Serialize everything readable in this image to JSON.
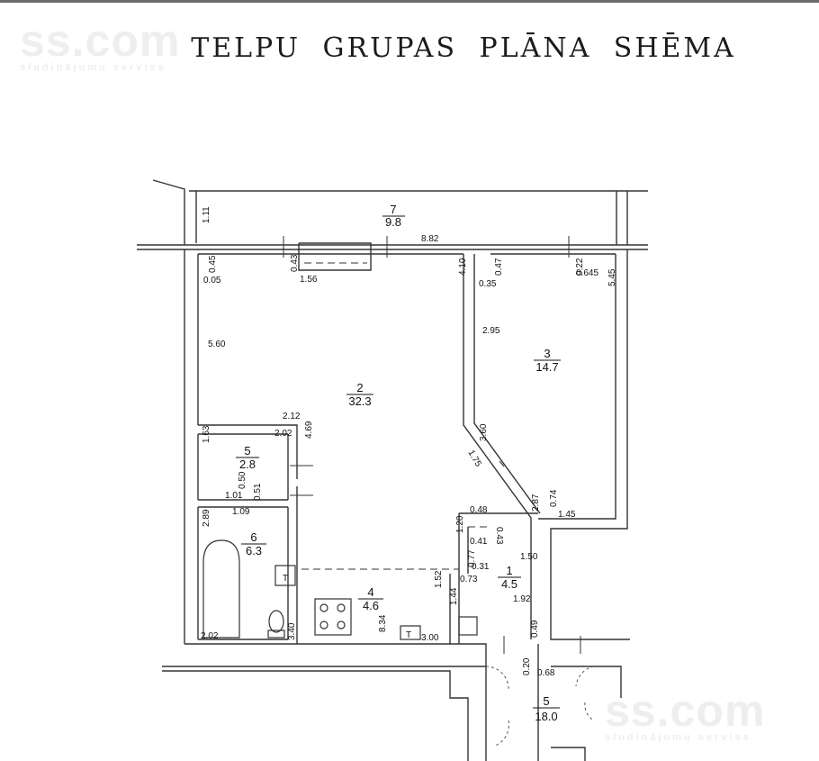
{
  "title": "TELPU GRUPAS PLĀNA SHĒMA",
  "watermark": {
    "logo": "ss.com",
    "tagline": "sludinājumu serviss"
  },
  "rooms": [
    {
      "id": "7",
      "area": "9.8"
    },
    {
      "id": "2",
      "area": "32.3"
    },
    {
      "id": "3",
      "area": "14.7"
    },
    {
      "id": "5",
      "area": "2.8"
    },
    {
      "id": "6",
      "area": "6.3"
    },
    {
      "id": "4",
      "area": "4.6"
    },
    {
      "id": "1",
      "area": "4.5"
    },
    {
      "id": "5",
      "area": "18.0"
    }
  ],
  "dimensions": {
    "d_1_11": "1.11",
    "d_8_82": "8.82",
    "d_0_45": "0.45",
    "d_0_05": "0.05",
    "d_0_43a": "0.43",
    "d_1_56": "1.56",
    "d_4_10": "4.10",
    "d_0_47": "0.47",
    "d_0_35": "0.35",
    "d_0_22": "0.22",
    "d_0_645": "0.645",
    "d_5_45": "5.45",
    "d_5_60": "5.60",
    "d_2_95": "2.95",
    "d_2_12": "2.12",
    "d_2_02a": "2.02",
    "d_4_69": "4.69",
    "d_1_63": "1.63",
    "d_3_60": "3.60",
    "d_1_75": "1.75",
    "d_0_50": "0.50",
    "d_1_01": "1.01",
    "d_0_51": "0.51",
    "d_1_09": "1.09",
    "d_2_87": "2.87",
    "d_0_74": "0.74",
    "d_1_45": "1.45",
    "d_2_89": "2.89",
    "d_0_48": "0.48",
    "d_1_20": "1.20",
    "d_0_43b": "0.43",
    "d_0_41": "0.41",
    "d_0_77": "0.77",
    "d_1_50": "1.50",
    "d_0_31": "0.31",
    "d_0_73": "0.73",
    "d_1_52": "1.52",
    "d_1_44": "1.44",
    "d_1_92": "1.92",
    "d_8_34": "8.34",
    "d_0_49": "0.49",
    "d_2_02b": "2.02",
    "d_3_40": "3.40",
    "d_3_00": "3.00",
    "d_0_20": "0.20",
    "d_0_68": "0.68"
  }
}
